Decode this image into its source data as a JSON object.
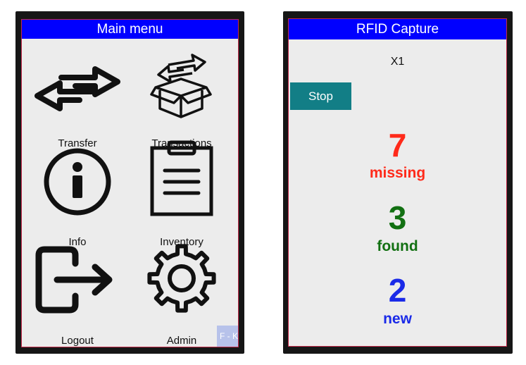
{
  "main_menu": {
    "title": "Main menu",
    "tiles": [
      {
        "label": "Transfer",
        "icon": "transfer-arrows-icon"
      },
      {
        "label": "Transactions",
        "icon": "box-arrows-icon"
      },
      {
        "label": "Info",
        "icon": "info-icon"
      },
      {
        "label": "Inventory",
        "icon": "clipboard-icon"
      },
      {
        "label": "Logout",
        "icon": "logout-icon"
      },
      {
        "label": "Admin",
        "icon": "gear-icon"
      }
    ],
    "version_badge": "F - K"
  },
  "rfid_capture": {
    "title": "RFID Capture",
    "reader": "X1",
    "stop_label": "Stop",
    "missing": {
      "count": "7",
      "label": "missing",
      "color": "#ff2a1a"
    },
    "found": {
      "count": "3",
      "label": "found",
      "color": "#127012"
    },
    "new": {
      "count": "2",
      "label": "new",
      "color": "#1a2ae8"
    }
  },
  "colors": {
    "titlebar": "#0000ff",
    "screen_bg": "#ececec",
    "screen_border": "#c22a4a",
    "stop_button": "#127e86"
  }
}
